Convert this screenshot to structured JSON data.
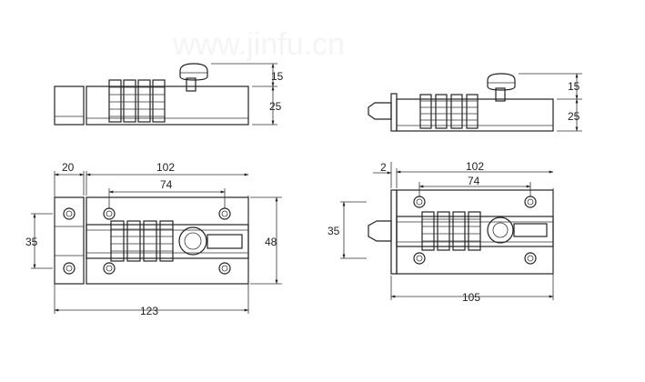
{
  "watermark": "www.jinfu.cn",
  "left_side_view": {
    "dim_knob": "15",
    "dim_height": "25"
  },
  "right_side_view": {
    "dim_knob": "15",
    "dim_height": "25"
  },
  "left_front_view": {
    "dim_bracket": "20",
    "dim_width": "102",
    "dim_hole_spacing": "74",
    "dim_bracket_height": "35",
    "dim_height": "48",
    "dim_total": "123"
  },
  "right_front_view": {
    "dim_offset": "2",
    "dim_width": "102",
    "dim_hole_spacing": "74",
    "dim_bolt_height": "35",
    "dim_total": "105"
  }
}
